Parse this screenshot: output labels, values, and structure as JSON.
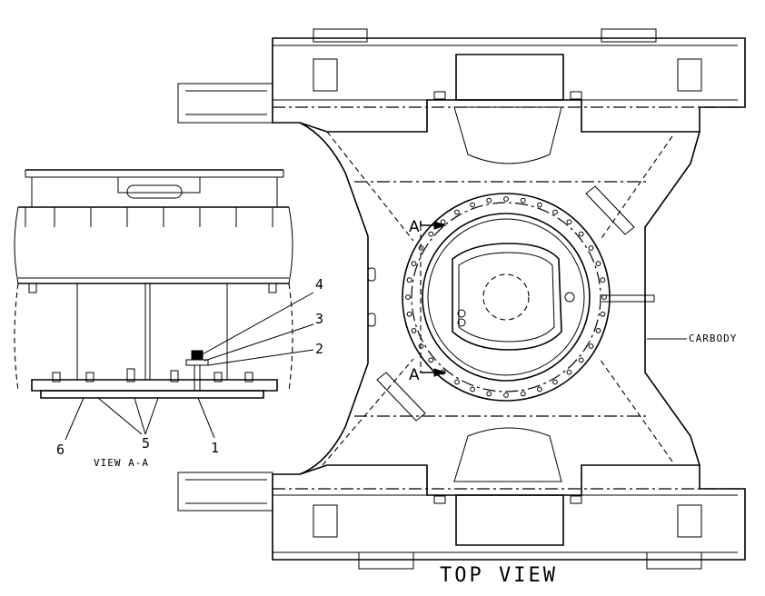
{
  "callouts": {
    "p1": "1",
    "p2": "2",
    "p3": "3",
    "p4": "4",
    "p5": "5",
    "p6": "6"
  },
  "view_label": "VIEW A-A",
  "section_top": "A",
  "section_bottom": "A",
  "carbody_label": "CARBODY",
  "title": "TOP VIEW"
}
